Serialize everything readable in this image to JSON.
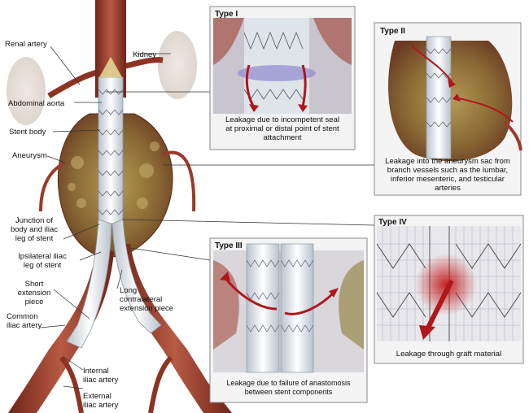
{
  "anatomy_labels": {
    "renal_artery": "Renal artery",
    "kidney": "Kidney",
    "abdominal_aorta": "Abdominal aorta",
    "stent_body": "Stent body",
    "aneurysm": "Aneurysm",
    "junction": "Junction of\nbody and iliac\nleg of stent",
    "ipsilateral": "Ipsilateral iliac\nleg of stent",
    "short_extension": "Short\nextension\npiece",
    "long_extension": "Long\ncontralateral\nextension piece",
    "common_iliac": "Common\niliac artery",
    "internal_iliac": "Internal\niliac artery",
    "external_iliac": "External\niliac artery"
  },
  "panels": {
    "type1": {
      "title": "Type I",
      "caption": "Leakage due to incompetent seal\nat proximal or distal point of stent\nattachment"
    },
    "type2": {
      "title": "Type II",
      "caption": "Leakage into the aneurysm sac from\nbranch vessels such as the lumbar,\ninferior mesenteric, and testicular\narteries"
    },
    "type3": {
      "title": "Type III",
      "caption": "Leakage due to failure of anastomosis\nbetween stent components"
    },
    "type4": {
      "title": "Type IV",
      "caption": "Leakage through graft material"
    }
  },
  "colors": {
    "artery": "#a8432f",
    "artery_dark": "#6f2418",
    "sac": "#8c7a3a",
    "stent": "#e9eef3",
    "flow_arrow": "#b0161a"
  }
}
